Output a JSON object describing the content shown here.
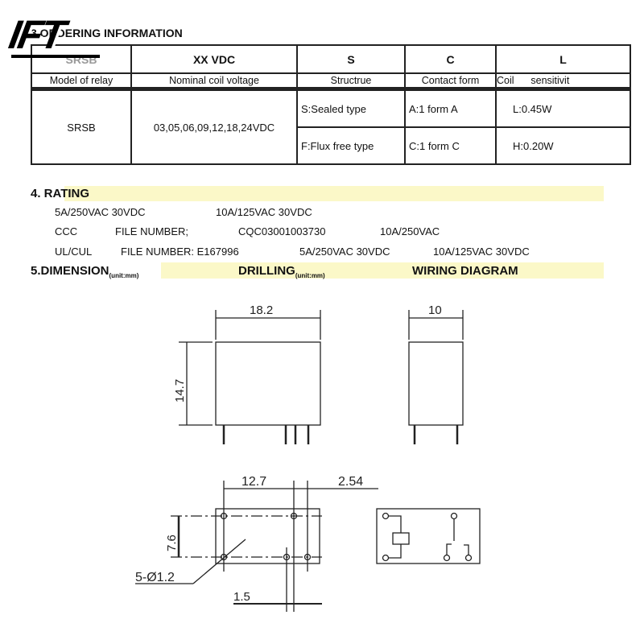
{
  "logo": "IFT",
  "ordering": {
    "title": "3.ORDERING INFORMATION",
    "headers": [
      "SRSB",
      "XX VDC",
      "S",
      "C",
      "L"
    ],
    "labels": [
      "Model of relay",
      "Nominal coil voltage",
      "Structrue",
      "Contact form",
      "Coil      sensitivit"
    ],
    "model": "SRSB",
    "voltages": "03,05,06,09,12,18,24VDC",
    "structure": [
      "S:Sealed type",
      "F:Flux free type"
    ],
    "contact": [
      "A:1 form A",
      "C:1 form C"
    ],
    "sensitivity": [
      "L:0.45W",
      "H:0.20W"
    ]
  },
  "rating": {
    "title": "4. RATING",
    "line1": [
      "5A/250VAC 30VDC",
      "10A/125VAC 30VDC"
    ],
    "line2": [
      "CCC",
      "FILE NUMBER;",
      "CQC03001003730",
      "10A/250VAC"
    ],
    "line3": [
      "UL/CUL",
      "FILE NUMBER: E167996",
      "5A/250VAC 30VDC",
      "10A/125VAC 30VDC"
    ]
  },
  "dimension": {
    "title": "5.DIMENSION",
    "unit": "(unit:mm)",
    "drilling_title": "DRILLING",
    "drilling_unit": "(unit:mm)",
    "wiring_title": "WIRING DIAGRAM",
    "front_width": "18.2",
    "front_height": "14.7",
    "side_width": "10",
    "pitch": "12.7",
    "pitch_small": "2.54",
    "row_spacing": "7.6",
    "holes": "5-Ø1.2",
    "offset": "1.5"
  }
}
